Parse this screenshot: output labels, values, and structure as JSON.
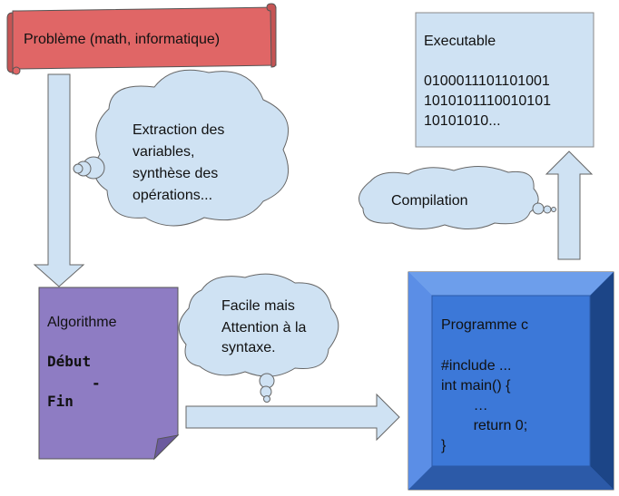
{
  "probleme": {
    "label": "Problème (math, informatique)"
  },
  "cloud_extraction": {
    "lines": [
      "Extraction des",
      "variables,",
      "synthèse des",
      "opérations..."
    ]
  },
  "executable": {
    "title": "Executable",
    "bits": [
      "0100011101101001",
      "1010101110010101",
      "10101010..."
    ]
  },
  "cloud_compilation": {
    "label": "Compilation"
  },
  "cloud_syntax": {
    "lines": [
      "Facile mais",
      "Attention à la",
      "syntaxe."
    ]
  },
  "algorithme": {
    "title": "Algorithme",
    "debut": "Début",
    "dash": "-",
    "fin": "Fin"
  },
  "programme": {
    "title": "Programme c",
    "code": [
      "#include ...",
      "int main() {",
      "        …",
      "        return 0;",
      "}"
    ]
  },
  "colors": {
    "scroll": "#e06666",
    "arrow": "#cfe2f3",
    "cloud": "#cfe2f3",
    "executable_box": "#cfe2f3",
    "algorithme_doc": "#8e7cc3",
    "programme_bevel": "#3c78d8"
  }
}
